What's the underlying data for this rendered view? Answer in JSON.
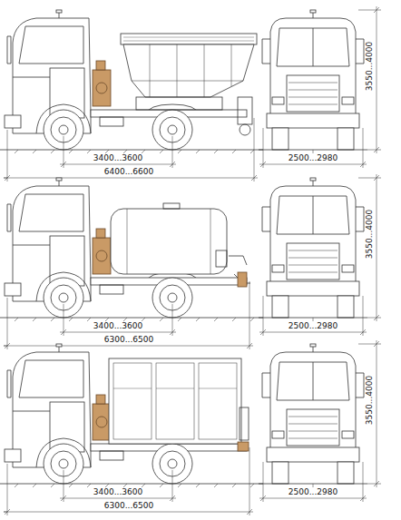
{
  "diagram": {
    "labels": [
      "3400...3600",
      "6400...6600",
      "2500...2980",
      "3550...4000",
      "3400...3600",
      "6300...6500",
      "2500...2980",
      "3550...4000",
      "3400...3600",
      "6300...6500",
      "2500...2980",
      "3550...4000"
    ]
  }
}
